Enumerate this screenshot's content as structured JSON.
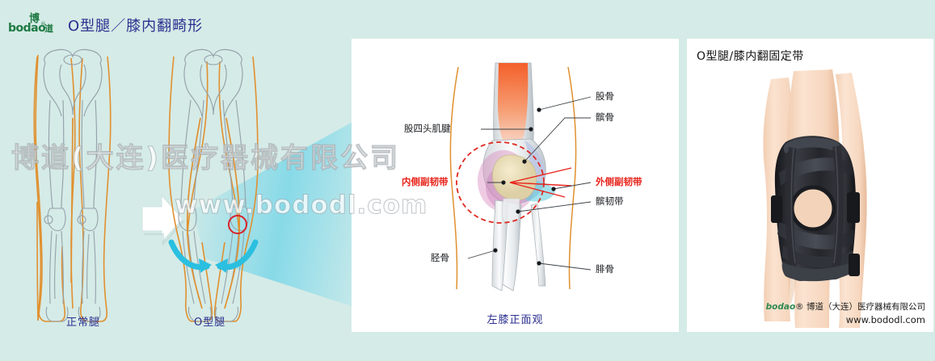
{
  "brand": {
    "logo_text": "bodao",
    "logo_registered": "®",
    "logo_cjk_top": "博",
    "logo_cjk_side": "道"
  },
  "header": {
    "title": "O型腿／膝内翻畸形"
  },
  "left_section": {
    "normal_leg_label": "正常腿",
    "o_leg_label": "O型腿",
    "arrow_icon": "right-arrow-icon",
    "deformity_marker": "red-circle-marker",
    "correction_arrows": "inward-curved-arrows"
  },
  "middle_panel": {
    "caption": "左膝正面观",
    "annotations": [
      {
        "label": "股四头肌腱",
        "color": "#16181c",
        "side": "left"
      },
      {
        "label": "内侧副韧带",
        "color": "#e8231b",
        "side": "left"
      },
      {
        "label": "胫骨",
        "color": "#16181c",
        "side": "left"
      },
      {
        "label": "股骨",
        "color": "#16181c",
        "side": "right"
      },
      {
        "label": "髌骨",
        "color": "#16181c",
        "side": "right"
      },
      {
        "label": "外侧副韧带",
        "color": "#e8231b",
        "side": "right"
      },
      {
        "label": "髌韧带",
        "color": "#16181c",
        "side": "right"
      },
      {
        "label": "腓骨",
        "color": "#16181c",
        "side": "right"
      }
    ]
  },
  "right_panel": {
    "product_title": "O型腿/膝内翻固定带",
    "footer_brand": "bodao",
    "footer_registered": "®",
    "footer_company": "博道（大连）医疗器械有限公司",
    "footer_url": "www.bododl.com",
    "product_image": "black-knee-brace-on-leg"
  },
  "watermarks": {
    "company": "博道(大连)医疗器械有限公司",
    "url": "www.bododl.com"
  },
  "colors": {
    "background": "#d5ebe7",
    "title_blue": "#2b2f8f",
    "brand_green": "#1f7a43",
    "bone_outline": "#8e9aa3",
    "skin_outline": "#e0902f",
    "accent_cyan": "#2bbfe0",
    "marker_red": "#d8232a",
    "muscle_orange": "#f26a2e"
  }
}
